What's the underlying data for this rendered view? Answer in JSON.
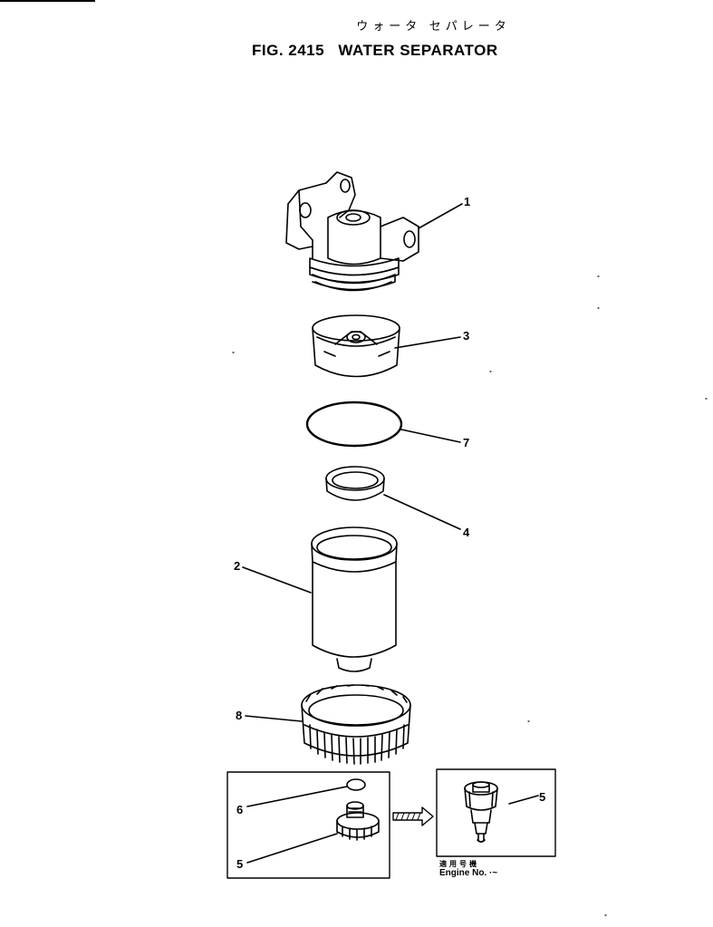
{
  "figure": {
    "title_jp": "ウォータ セパレータ",
    "fig_label": "FIG. 2415",
    "title_en": "WATER SEPARATOR"
  },
  "callouts": {
    "head": "1",
    "bowl": "2",
    "cap": "3",
    "ring": "4",
    "drain_plug_old": "5",
    "drain_plug_new": "5",
    "small_oring": "6",
    "oring": "7",
    "retainer_nut": "8"
  },
  "inset_note": {
    "label_jp": "適用号機",
    "label_en": "Engine No. ·~"
  }
}
